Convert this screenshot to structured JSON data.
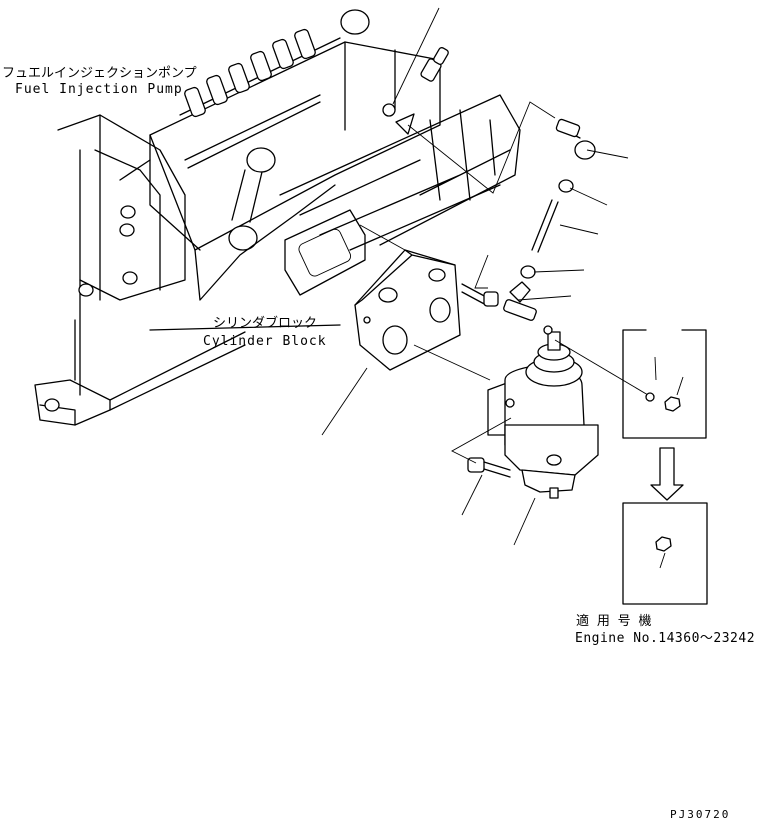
{
  "labels": {
    "pump_jp": "フュエルインジェクションポンプ",
    "pump_en": "Fuel Injection Pump",
    "block_jp": "シリンダブロック",
    "block_en": "Cylinder Block",
    "serial_jp": "適 用 号 機",
    "serial_en": "Engine No.14360～23242",
    "code": "PJ30720"
  }
}
